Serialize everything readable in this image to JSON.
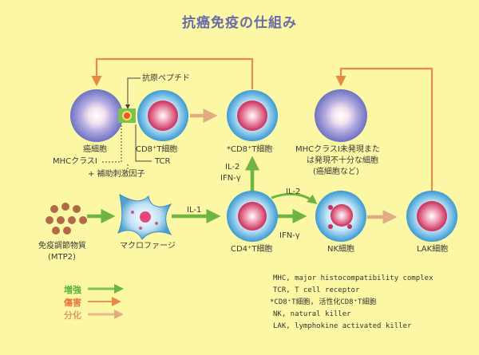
{
  "title": "抗癌免疫の仕組み",
  "colors": {
    "background": "#fbf7a5",
    "enhance": "#7cc24e",
    "damage": "#f0934f",
    "differentiate": "#e6b98d",
    "title": "#6a6aa8"
  },
  "nodes": {
    "cancer_cell": "癌細胞",
    "cd8_t_cell": "CD8⁺T細胞",
    "cd8_t_cell_star": "*CD8⁺T細胞",
    "mhc_low_cell": "MHCクラスⅠ未発現または発現不十分な細胞\n(癌細胞など)",
    "mhc_low_line1": "MHCクラスⅠ未発現また",
    "mhc_low_line2": "は発現不十分な細胞",
    "mhc_low_line3": "(癌細胞など)",
    "immunomodulator_line1": "免疫調節物質",
    "immunomodulator_line2": "(MTP2)",
    "macrophage": "マクロファージ",
    "cd4_t_cell": "CD4⁺T細胞",
    "nk_cell": "NK細胞",
    "lak_cell": "LAK細胞"
  },
  "labels": {
    "antigen_peptide": "抗原ペプチド",
    "mhc_class1": "MHCクラスⅠ",
    "tcr": "TCR",
    "costim": "+ 補助刺激因子",
    "il1": "IL-1",
    "il2_top": "IL-2",
    "ifn_top": "IFN-γ",
    "il2_right": "IL-2",
    "ifn_bottom": "IFN-γ"
  },
  "legend": [
    {
      "label": "増強",
      "color": "#7cc24e"
    },
    {
      "label": "傷害",
      "color": "#f0934f"
    },
    {
      "label": "分化",
      "color": "#e6b98d"
    }
  ],
  "notes": [
    "MHC, major histocompatibility complex",
    "TCR, T cell receptor",
    "*CD8⁺T細胞, 活性化CD8⁺T細胞",
    "NK, natural killer",
    "LAK, lymphokine activated killer"
  ]
}
